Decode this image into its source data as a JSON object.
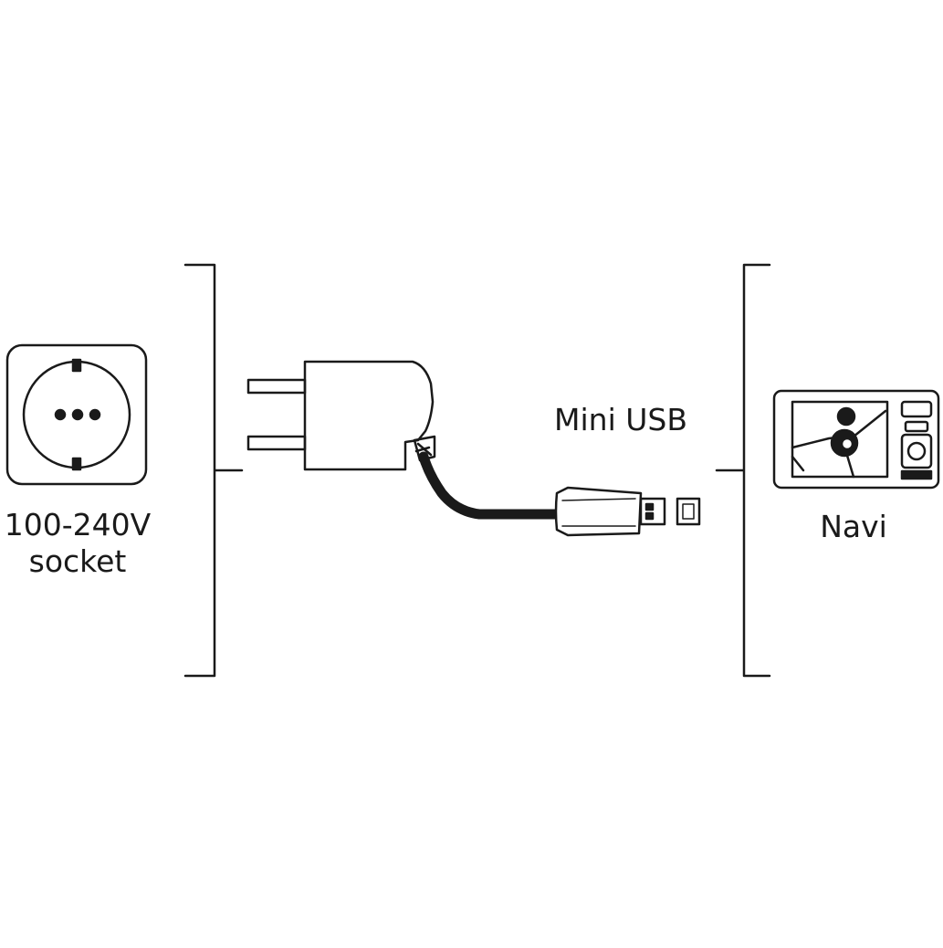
{
  "labels": {
    "socket_line1": "100-240V",
    "socket_line2": "socket",
    "connector": "Mini USB",
    "device": "Navi"
  },
  "colors": {
    "line": "#1a1a1a",
    "background": "#ffffff"
  }
}
